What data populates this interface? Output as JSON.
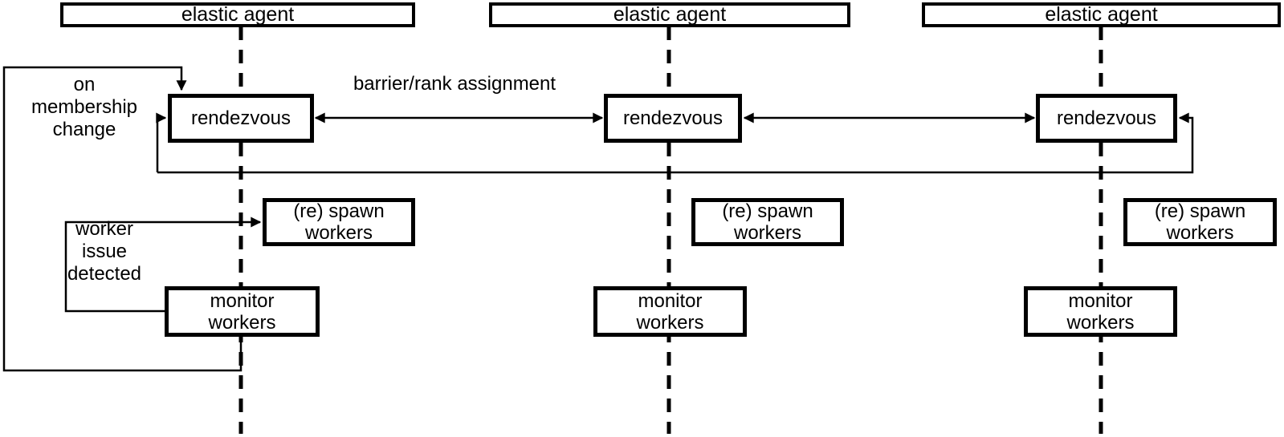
{
  "diagram": {
    "columns": [
      {
        "header": "elastic agent",
        "rendezvous": "rendezvous",
        "spawn_lines": [
          "(re) spawn",
          "workers"
        ],
        "monitor_lines": [
          "monitor",
          "workers"
        ]
      },
      {
        "header": "elastic agent",
        "rendezvous": "rendezvous",
        "spawn_lines": [
          "(re) spawn",
          "workers"
        ],
        "monitor_lines": [
          "monitor",
          "workers"
        ]
      },
      {
        "header": "elastic agent",
        "rendezvous": "rendezvous",
        "spawn_lines": [
          "(re) spawn",
          "workers"
        ],
        "monitor_lines": [
          "monitor",
          "workers"
        ]
      }
    ],
    "annotations": {
      "membership_lines": [
        "on",
        "membership",
        "change"
      ],
      "barrier": "barrier/rank assignment",
      "worker_issue_lines": [
        "worker",
        "issue",
        "detected"
      ]
    },
    "colors": {
      "ink": "#000000",
      "background": "#ffffff",
      "box_fill": "#ffffff"
    }
  }
}
